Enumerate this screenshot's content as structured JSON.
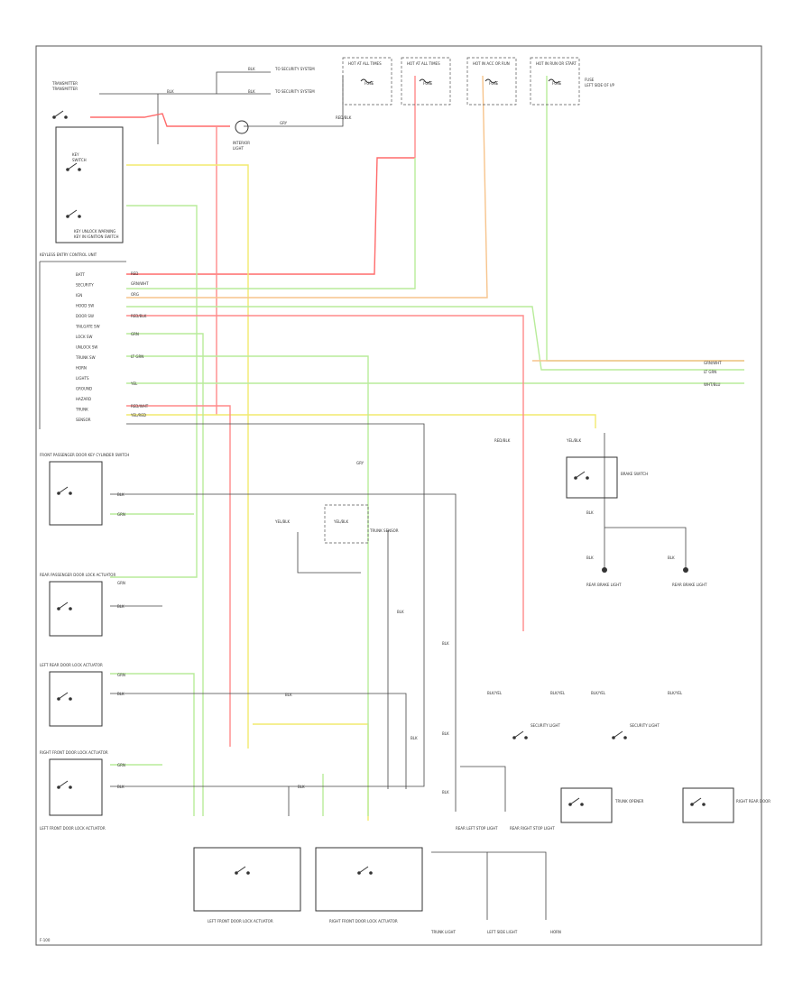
{
  "colors": {
    "red": "#ff8a8a",
    "red_thick": "#ff6b6b",
    "yellow": "#f2ea6e",
    "green": "#b8ec9a",
    "orange": "#f7c48c",
    "gray": "#666666",
    "frame": "#555555"
  },
  "labels": {
    "fuse_boxes": [
      "HOT AT ALL TIMES",
      "HOT AT ALL TIMES",
      "HOT IN ACC OR RUN",
      "HOT IN RUN OR START"
    ],
    "fuses": [
      "FUSE",
      "FUSE",
      "FUSE",
      "FUSE"
    ],
    "components_left": [
      "TRANSMITTER",
      "TRANSMITTER",
      "KEY UNLOCK WARNING",
      "KEY IN IGNITION SWITCH",
      "FRONT PASSENGER DOOR KEY CYLINDER SWITCH",
      "REAR PASSENGER DOOR LOCK ACTUATOR",
      "LEFT REAR DOOR LOCK ACTUATOR",
      "RIGHT FRONT DOOR LOCK ACTUATOR",
      "LEFT FRONT DOOR LOCK ACTUATOR"
    ],
    "control_unit": "KEYLESS ENTRY CONTROL UNIT",
    "control_unit_pins": [
      "BATT",
      "SECURITY",
      "IGN",
      "HOOD SW",
      "DOOR SW",
      "TAILGATE SW",
      "LOCK SW",
      "UNLOCK SW",
      "TRUNK SW",
      "HORN",
      "LIGHTS",
      "GROUND",
      "HAZARD",
      "TRUNK",
      "SENSOR"
    ],
    "wire_colors": [
      "RED",
      "GRN/WHT",
      "YEL",
      "BLK",
      "GRY",
      "GRN",
      "RED/BLK",
      "YEL/BLK",
      "BLK/YEL",
      "ORG",
      "LT GRN",
      "WHT/BLU",
      "RED/WHT",
      "YEL/RED"
    ],
    "right_components": [
      "BRAKE SWITCH",
      "REAR BRAKE LIGHT",
      "REAR BRAKE LIGHT",
      "SECURITY LIGHT",
      "HORN",
      "SECURITY LIGHT",
      "REAR LEFT STOP LIGHT",
      "REAR RIGHT STOP LIGHT",
      "TRUNK OPENER",
      "RIGHT REAR DOOR",
      "TRUNK LIGHT",
      "LEFT SIDE LIGHT"
    ],
    "bottom_components": [
      "LEFT FRONT DOOR LOCK ACTUATOR",
      "RIGHT FRONT DOOR LOCK ACTUATOR"
    ],
    "page_ref": "F-100"
  }
}
